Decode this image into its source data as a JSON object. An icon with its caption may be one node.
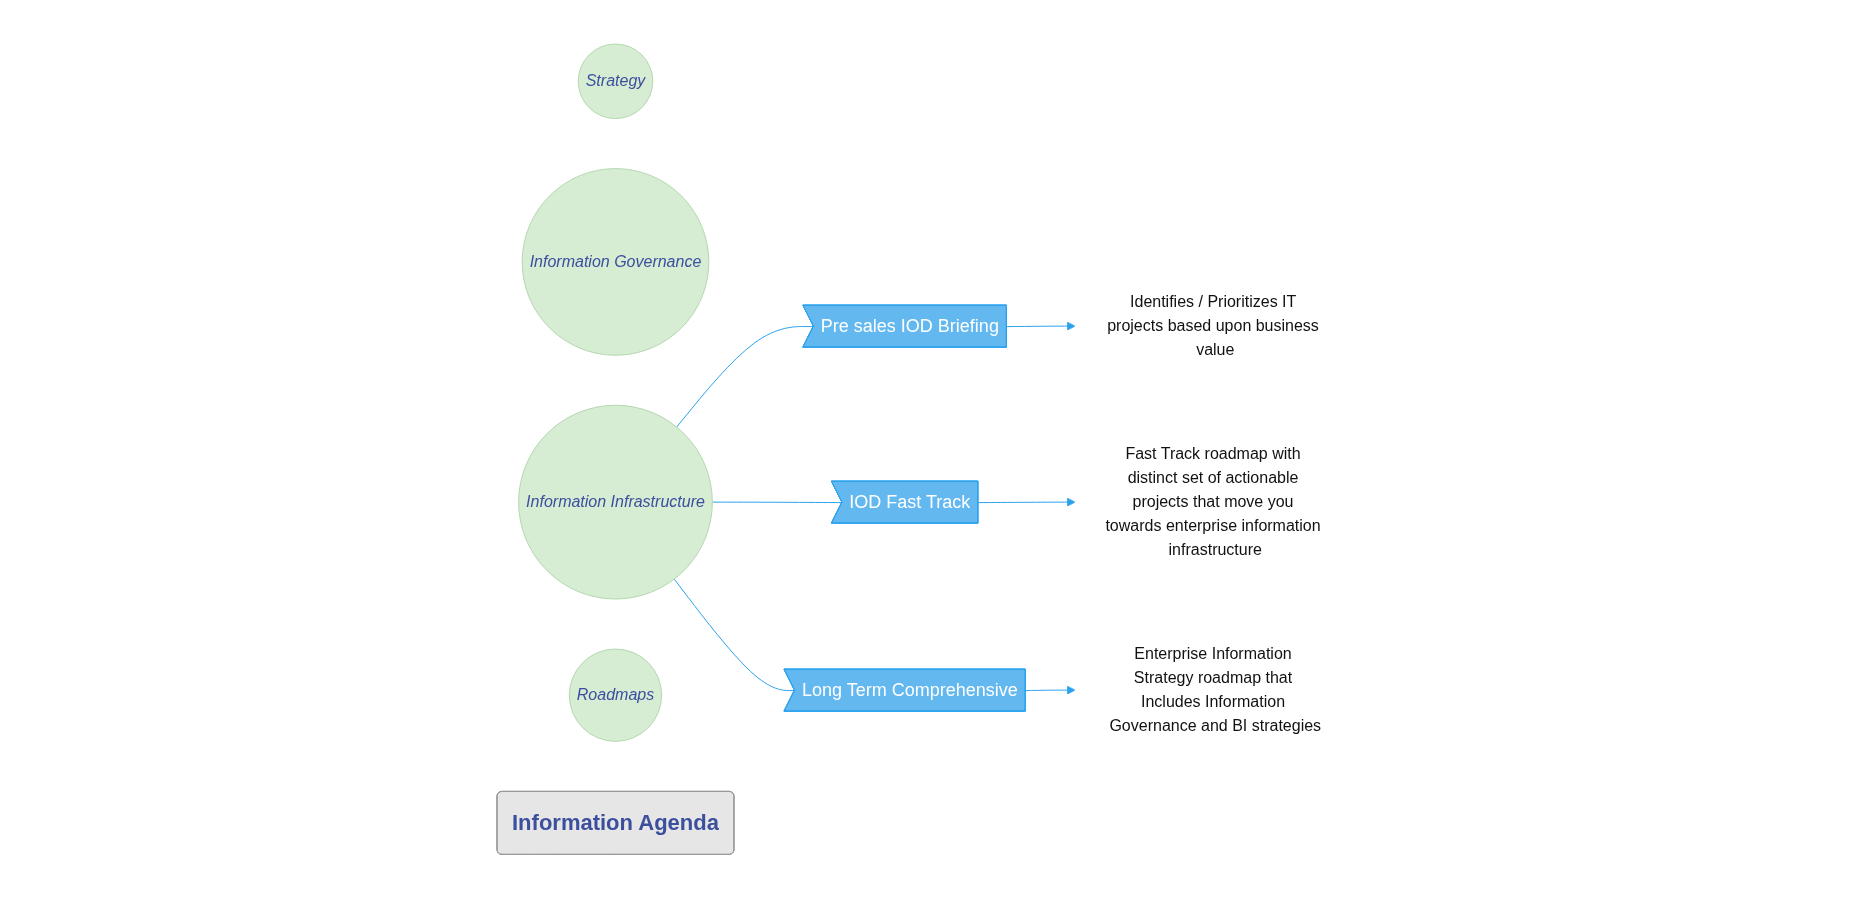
{
  "diagram": {
    "nodes": [
      {
        "text": [
          "Strategy"
        ]
      },
      {
        "text": [
          "Information Governance"
        ]
      },
      {
        "text": [
          "Information Infrastructure"
        ]
      },
      {
        "text": [
          "Roadmaps"
        ]
      },
      {
        "text": [
          "Information Agenda"
        ]
      },
      {
        "text": [
          "Pre sales IOD Briefing"
        ]
      },
      {
        "text": [
          "IOD Fast Track"
        ]
      },
      {
        "text": [
          "Long Term Comprehensive"
        ]
      },
      {
        "text": [
          "Identifies / Prioritizes IT projects based upon business value"
        ]
      },
      {
        "text": [
          "Fast Track roadmap with distinct set of actionable projects that move you towards enterprise information infrastructure"
        ]
      },
      {
        "text": [
          "Enterprise Information Strategy roadmap that Includes Information Governance and BI strategies"
        ]
      }
    ],
    "edges": [
      {
        "from": 2,
        "to": 5,
        "arrow": "none"
      },
      {
        "from": 2,
        "to": 6,
        "arrow": "none"
      },
      {
        "from": 2,
        "to": 7,
        "arrow": "none"
      },
      {
        "from": 5,
        "to": 8,
        "arrow": "to"
      },
      {
        "from": 6,
        "to": 9,
        "arrow": "to"
      },
      {
        "from": 7,
        "to": 10,
        "arrow": "to"
      }
    ]
  }
}
